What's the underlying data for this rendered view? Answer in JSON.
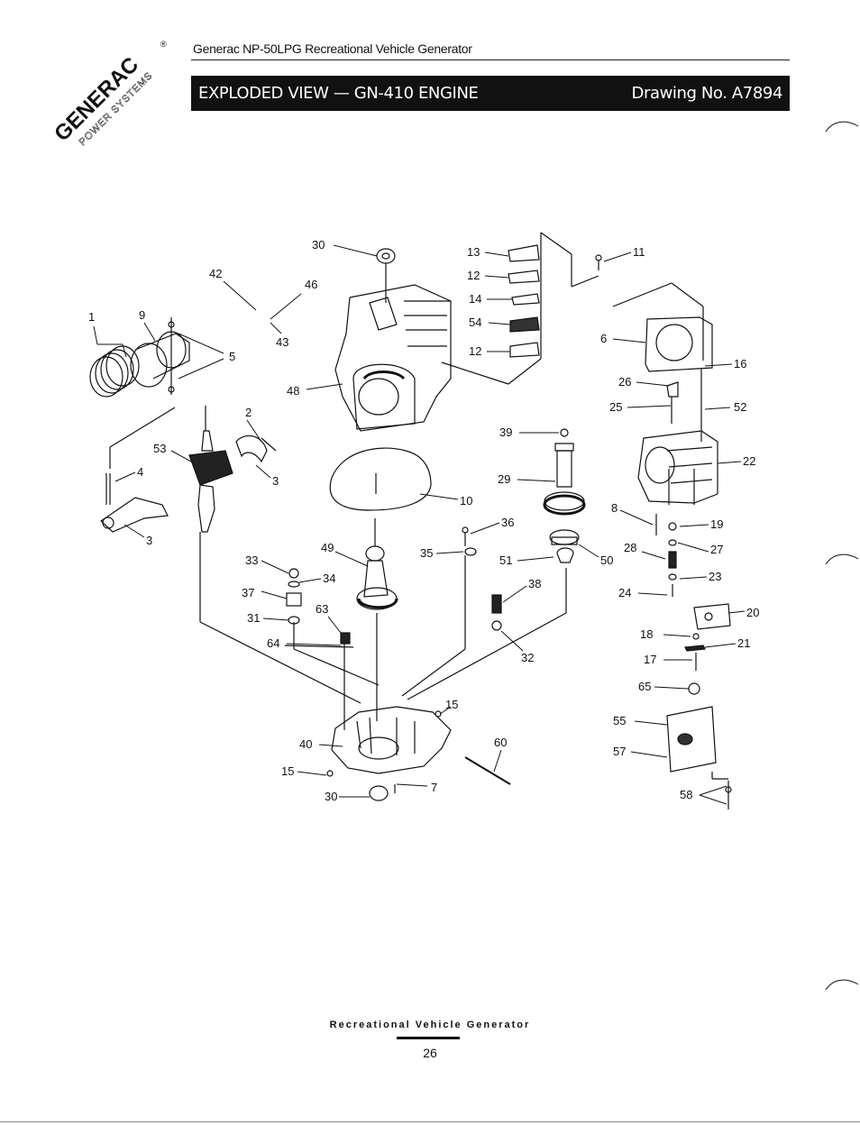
{
  "brand": {
    "name": "GENERAC",
    "registered_mark": "®",
    "tagline": "POWER SYSTEMS"
  },
  "header": {
    "document_title": "Generac NP-50LPG Recreational Vehicle Generator",
    "banner_left": "EXPLODED VIEW — GN-410 ENGINE",
    "banner_right": "Drawing No. A7894"
  },
  "diagram": {
    "callouts": {
      "c1": "1",
      "c9": "9",
      "c5": "5",
      "c42": "42",
      "c46": "46",
      "c43": "43",
      "c30a": "30",
      "c13": "13",
      "c12a": "12",
      "c14": "14",
      "c54": "54",
      "c12b": "12",
      "c11": "11",
      "c6": "6",
      "c16": "16",
      "c26": "26",
      "c25": "25",
      "c52": "52",
      "c48": "48",
      "c2": "2",
      "c53": "53",
      "c4": "4",
      "c3a": "3",
      "c3b": "3",
      "c39": "39",
      "c29": "29",
      "c10": "10",
      "c22": "22",
      "c8": "8",
      "c19": "19",
      "c36": "36",
      "c28": "28",
      "c27": "27",
      "c49": "49",
      "c35": "35",
      "c51": "51",
      "c50": "50",
      "c33": "33",
      "c34": "34",
      "c38": "38",
      "c23": "23",
      "c37": "37",
      "c24": "24",
      "c63": "63",
      "c20": "20",
      "c31": "31",
      "c32": "32",
      "c18": "18",
      "c21": "21",
      "c64": "64",
      "c17": "17",
      "c15a": "15",
      "c65": "65",
      "c60": "60",
      "c40": "40",
      "c55": "55",
      "c57": "57",
      "c15b": "15",
      "c7": "7",
      "c30b": "30",
      "c58": "58"
    }
  },
  "footer": {
    "text": "Recreational Vehicle Generator",
    "page_number": "26"
  }
}
